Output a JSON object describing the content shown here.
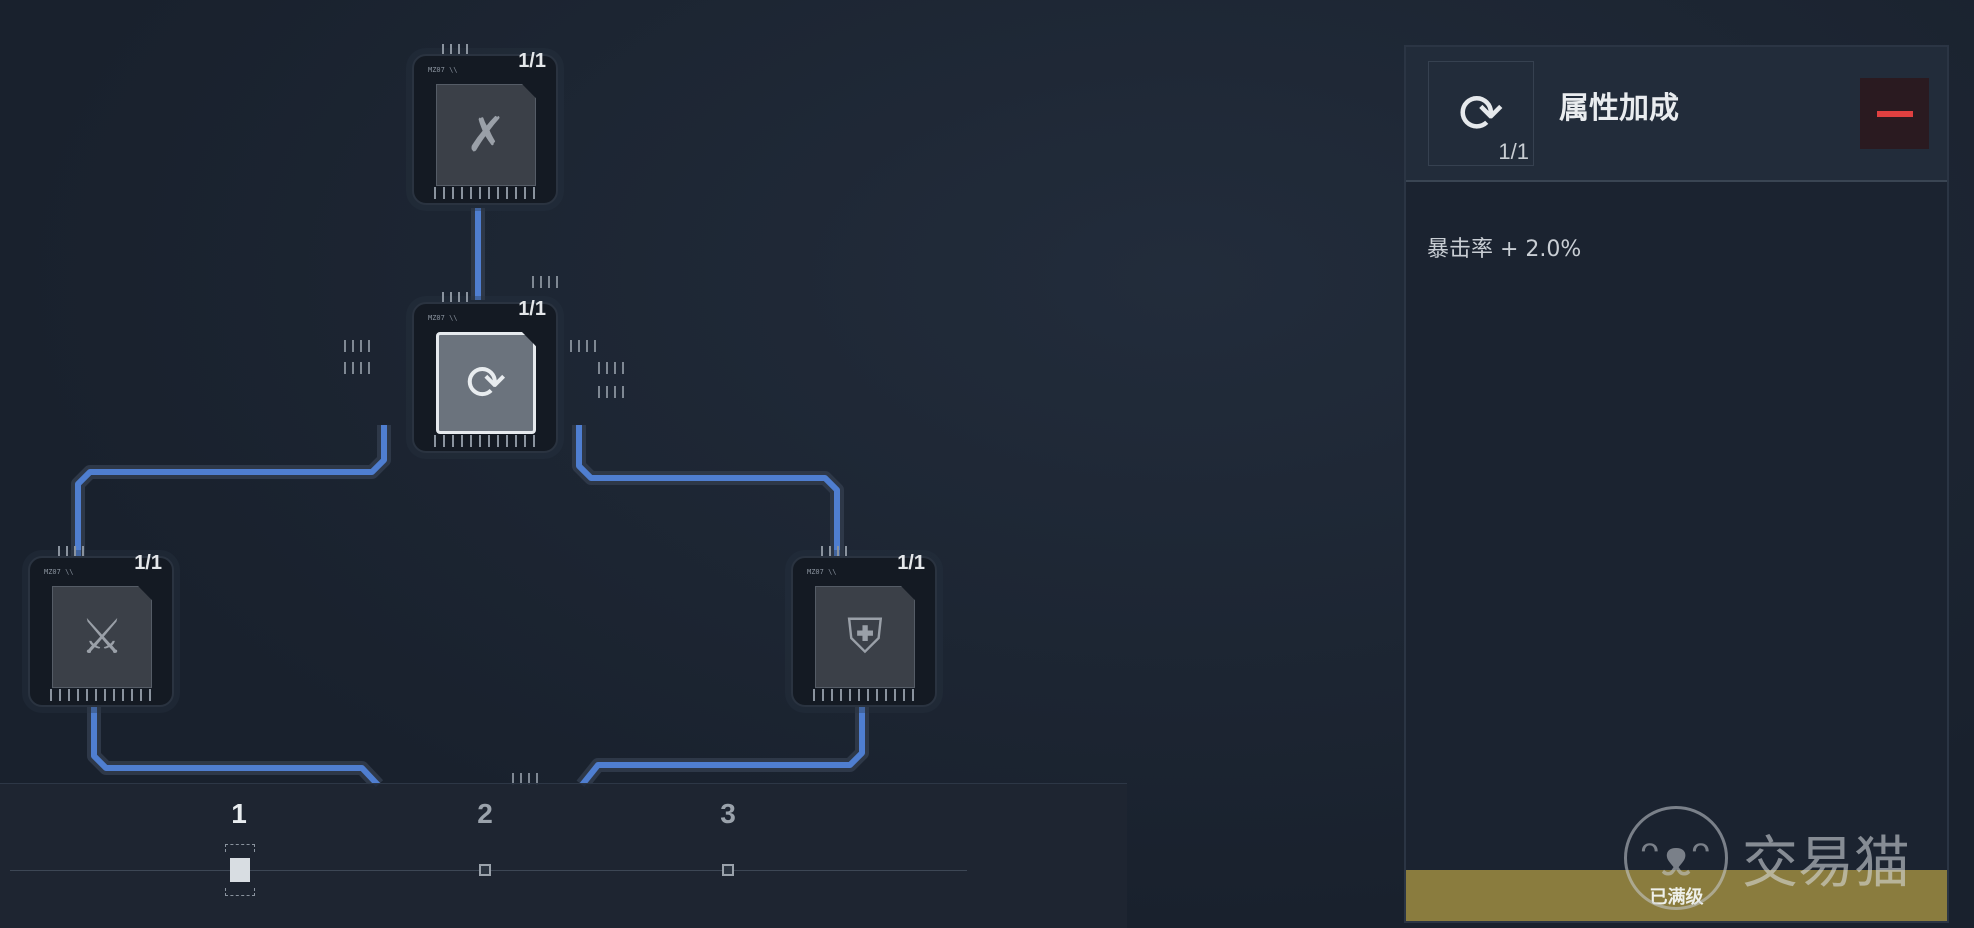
{
  "tree": {
    "nodes": [
      {
        "id": "top",
        "level": "1/1",
        "icon": "crossed-bullets-icon",
        "glyph": "✗",
        "tag": "MZ07 \\\\",
        "selected": false
      },
      {
        "id": "middle",
        "level": "1/1",
        "icon": "bullet-reload-icon",
        "glyph": "⟳",
        "tag": "MZ07 \\\\",
        "selected": true
      },
      {
        "id": "left",
        "level": "1/1",
        "icon": "crossed-swords-icon",
        "glyph": "⚔",
        "tag": "MZ07 \\\\",
        "selected": false
      },
      {
        "id": "right",
        "level": "1/1",
        "icon": "armor-icon",
        "glyph": "⛨",
        "tag": "MZ07 \\\\",
        "selected": false
      }
    ],
    "link_color": "#4f7ed0"
  },
  "steps": {
    "items": [
      "1",
      "2",
      "3"
    ],
    "active": 0
  },
  "panel": {
    "title": "属性加成",
    "level": "1/1",
    "icon": "bullet-reload-icon",
    "stat": "暴击率 + 2.0%",
    "status": "已满级",
    "status_color": "#8a7c3e",
    "minus_color": "#e04040"
  },
  "watermark": {
    "text": "交易猫"
  }
}
